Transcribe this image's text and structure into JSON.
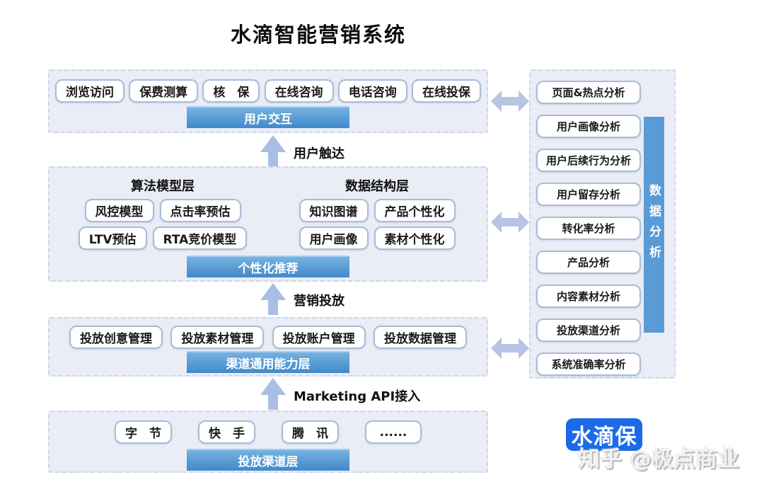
{
  "title": "水滴智能营销系统",
  "layers": {
    "user_interaction": {
      "boxes": [
        "浏览访问",
        "保费测算",
        "核　保",
        "在线咨询",
        "电话咨询",
        "在线投保"
      ],
      "bar": "用户交互"
    },
    "model_layer": {
      "left_header": "算法模型层",
      "left_boxes": [
        "风控模型",
        "点击率预估",
        "LTV预估",
        "RTA竞价模型"
      ],
      "right_header": "数据结构层",
      "right_boxes": [
        "知识图谱",
        "产品个性化",
        "用户画像",
        "素材个性化"
      ],
      "bar": "个性化推荐"
    },
    "channel_capability_layer": {
      "boxes": [
        "投放创意管理",
        "投放素材管理",
        "投放账户管理",
        "投放数据管理"
      ],
      "bar": "渠道通用能力层"
    },
    "delivery_channel_layer": {
      "boxes": [
        "字　节",
        "快　手",
        "腾　讯",
        "......"
      ],
      "bar": "投放渠道层"
    }
  },
  "flow_labels": {
    "user_reach": "用户触达",
    "marketing_delivery": "营销投放",
    "marketing_api": "Marketing API接入"
  },
  "analysis_panel": {
    "items": [
      "页面&热点分析",
      "用户画像分析",
      "用户后续行为分析",
      "用户留存分析",
      "转化率分析",
      "产品分析",
      "内容素材分析",
      "投放渠道分析",
      "系统准确率分析"
    ],
    "bar": "数据分析"
  },
  "logo": "水滴保",
  "watermark": "知乎 @极点商业",
  "colors": {
    "bar_blue_top": "#74b2e0",
    "bar_blue_bottom": "#4289ca",
    "vertical_bar_blue": "#5b9bd5",
    "arrow_periwinkle": "#aabde2",
    "panel_bg": "#eaedf6",
    "panel_border": "#ccd7eb",
    "box_border": "#a9bcd6",
    "logo_blue": "#1b6be8"
  }
}
